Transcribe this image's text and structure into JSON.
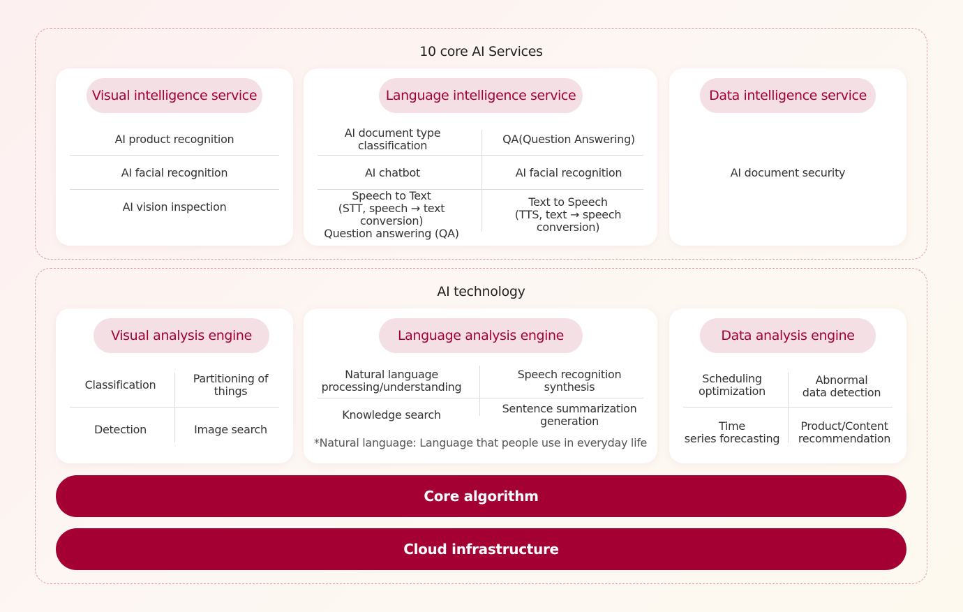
{
  "services": {
    "title": "10 core AI Services",
    "visual": {
      "heading": "Visual intelligence service",
      "items": [
        "AI product recognition",
        "AI facial recognition",
        "AI vision inspection"
      ]
    },
    "language": {
      "heading": "Language intelligence service",
      "left": [
        "AI document type\nclassification",
        "AI chatbot",
        "Speech to Text\n(STT,  speech → text conversion)\nQuestion answering (QA)"
      ],
      "right": [
        "QA(Question Answering)",
        "AI facial recognition",
        "Text to Speech\n(TTS, text → speech conversion)"
      ]
    },
    "data": {
      "heading": "Data intelligence service",
      "items": [
        "AI document security"
      ]
    }
  },
  "technology": {
    "title": "AI technology",
    "visual": {
      "heading": "Visual analysis engine",
      "left": [
        "Classification",
        "Detection"
      ],
      "right": [
        "Partitioning of\nthings",
        "Image search"
      ]
    },
    "language": {
      "heading": "Language analysis engine",
      "left": [
        "Natural language\nprocessing/understanding",
        "Knowledge search"
      ],
      "right": [
        "Speech recognition\nsynthesis",
        "Sentence summarization\ngeneration"
      ],
      "note": "*Natural language: Language that people use in everyday life"
    },
    "data": {
      "heading": "Data analysis engine",
      "left": [
        "Scheduling\noptimization",
        "Time\nseries forecasting"
      ],
      "right": [
        "Abnormal\ndata detection",
        "Product/Content\nrecommendation"
      ]
    }
  },
  "bars": {
    "core": "Core algorithm",
    "cloud": "Cloud infrastructure"
  },
  "colors": {
    "accent": "#a50034",
    "pill_bg": "#f3dfe4",
    "border": "#e49aa4"
  }
}
